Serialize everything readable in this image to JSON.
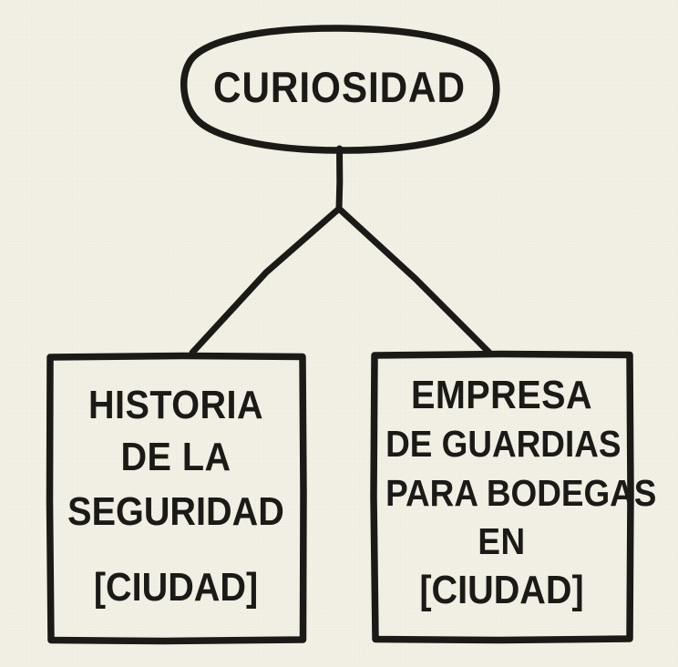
{
  "diagram": {
    "type": "tree-diagram",
    "style": "hand-drawn-sketch",
    "background_color": "#F2EFE5",
    "ink_color": "#1C1A17",
    "root": {
      "shape": "ellipse",
      "label": "CURIOSIDAD"
    },
    "children": [
      {
        "shape": "rectangle",
        "position": "left",
        "lines": [
          "HISTORIA",
          "DE LA",
          "SEGURIDAD",
          "[CIUDAD]"
        ]
      },
      {
        "shape": "rectangle",
        "position": "right",
        "lines": [
          "EMPRESA",
          "DE GUARDIAS",
          "PARA BODEGAS",
          "EN",
          "[CIUDAD]"
        ]
      }
    ]
  }
}
